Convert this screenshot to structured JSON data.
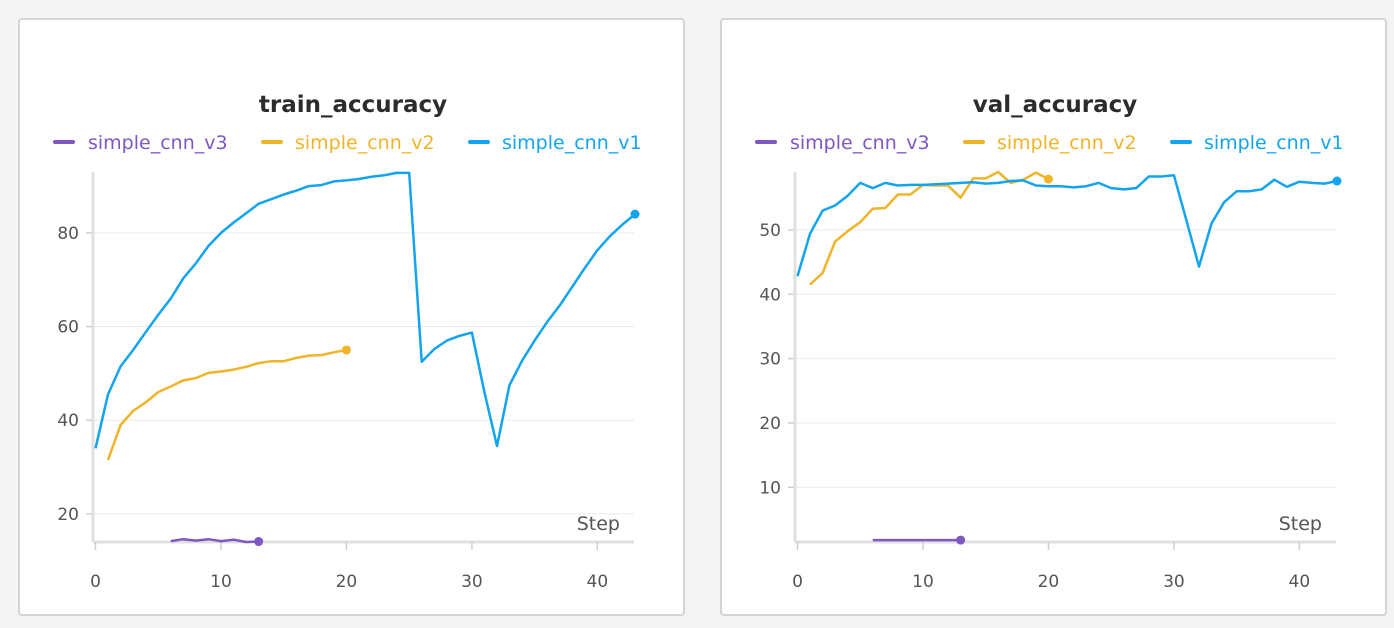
{
  "chart_data": [
    {
      "type": "line",
      "title": "train_accuracy",
      "xlabel": "Step",
      "ylabel": "",
      "xlim": [
        0,
        43
      ],
      "ylim": [
        14,
        93
      ],
      "xticks": [
        0,
        10,
        20,
        30,
        40
      ],
      "yticks": [
        20,
        40,
        60,
        80
      ],
      "legend_position": "top",
      "series": [
        {
          "name": "simple_cnn_v3",
          "color": "#7e57c2",
          "x": [
            6,
            7,
            8,
            9,
            10,
            11,
            12,
            13
          ],
          "y": [
            14.2,
            14.6,
            14.3,
            14.6,
            14.2,
            14.5,
            14.0,
            14.1
          ]
        },
        {
          "name": "simple_cnn_v2",
          "color": "#f0b429",
          "x": [
            1,
            2,
            3,
            4,
            5,
            6,
            7,
            8,
            9,
            10,
            11,
            12,
            13,
            14,
            15,
            16,
            17,
            18,
            19,
            20
          ],
          "y": [
            31.5,
            39,
            42,
            43.8,
            46,
            47.2,
            48.5,
            49,
            50.1,
            50.4,
            50.8,
            51.4,
            52.2,
            52.6,
            52.6,
            53.3,
            53.8,
            53.9,
            54.5,
            55
          ]
        },
        {
          "name": "simple_cnn_v1",
          "color": "#12a4ee",
          "x": [
            0,
            1,
            2,
            3,
            4,
            5,
            6,
            7,
            8,
            9,
            10,
            11,
            12,
            13,
            14,
            15,
            16,
            17,
            18,
            19,
            20,
            21,
            22,
            23,
            24,
            25,
            26,
            27,
            28,
            29,
            30,
            31,
            32,
            33,
            34,
            35,
            36,
            37,
            38,
            39,
            40,
            41,
            42,
            43
          ],
          "y": [
            34,
            45.5,
            51.5,
            55,
            58.8,
            62.5,
            66,
            70.3,
            73.5,
            77.2,
            80,
            82.2,
            84.2,
            86.2,
            87.2,
            88.2,
            89,
            90,
            90.2,
            91,
            91.2,
            91.5,
            92,
            92.3,
            92.8,
            92.8,
            52.5,
            55.2,
            57,
            58,
            58.7,
            46,
            34.5,
            47.5,
            52.7,
            57,
            61,
            64.5,
            68.5,
            72.5,
            76.3,
            79.3,
            81.8,
            84
          ]
        }
      ]
    },
    {
      "type": "line",
      "title": "val_accuracy",
      "xlabel": "Step",
      "ylabel": "",
      "xlim": [
        0,
        43
      ],
      "ylim": [
        1.5,
        59
      ],
      "xticks": [
        0,
        10,
        20,
        30,
        40
      ],
      "yticks": [
        10,
        20,
        30,
        40,
        50
      ],
      "legend_position": "top",
      "series": [
        {
          "name": "simple_cnn_v3",
          "color": "#7e57c2",
          "x": [
            6,
            7,
            8,
            9,
            10,
            11,
            12,
            13
          ],
          "y": [
            1.8,
            1.8,
            1.8,
            1.8,
            1.8,
            1.8,
            1.8,
            1.8
          ]
        },
        {
          "name": "simple_cnn_v2",
          "color": "#f0b429",
          "x": [
            1,
            2,
            3,
            4,
            5,
            6,
            7,
            8,
            9,
            10,
            11,
            12,
            13,
            14,
            15,
            16,
            17,
            18,
            19,
            20
          ],
          "y": [
            41.5,
            43.3,
            48.2,
            49.8,
            51.2,
            53.3,
            53.4,
            55.5,
            55.5,
            57,
            56.9,
            56.9,
            55,
            58,
            58,
            59,
            57.3,
            57.8,
            58.9,
            57.9
          ]
        },
        {
          "name": "simple_cnn_v1",
          "color": "#12a4ee",
          "x": [
            0,
            1,
            2,
            3,
            4,
            5,
            6,
            7,
            8,
            9,
            10,
            11,
            12,
            13,
            14,
            15,
            16,
            17,
            18,
            19,
            20,
            21,
            22,
            23,
            24,
            25,
            26,
            27,
            28,
            29,
            30,
            31,
            32,
            33,
            34,
            35,
            36,
            37,
            38,
            39,
            40,
            41,
            42,
            43
          ],
          "y": [
            42.8,
            49.4,
            53,
            53.8,
            55.3,
            57.3,
            56.5,
            57.3,
            56.9,
            57,
            57,
            57.1,
            57.2,
            57.3,
            57.4,
            57.2,
            57.3,
            57.6,
            57.7,
            56.9,
            56.8,
            56.8,
            56.6,
            56.8,
            57.3,
            56.5,
            56.3,
            56.5,
            58.3,
            58.3,
            58.5,
            51.5,
            44.3,
            51,
            54.3,
            56,
            56,
            56.3,
            57.8,
            56.7,
            57.5,
            57.3,
            57.2,
            57.6
          ]
        }
      ]
    }
  ]
}
